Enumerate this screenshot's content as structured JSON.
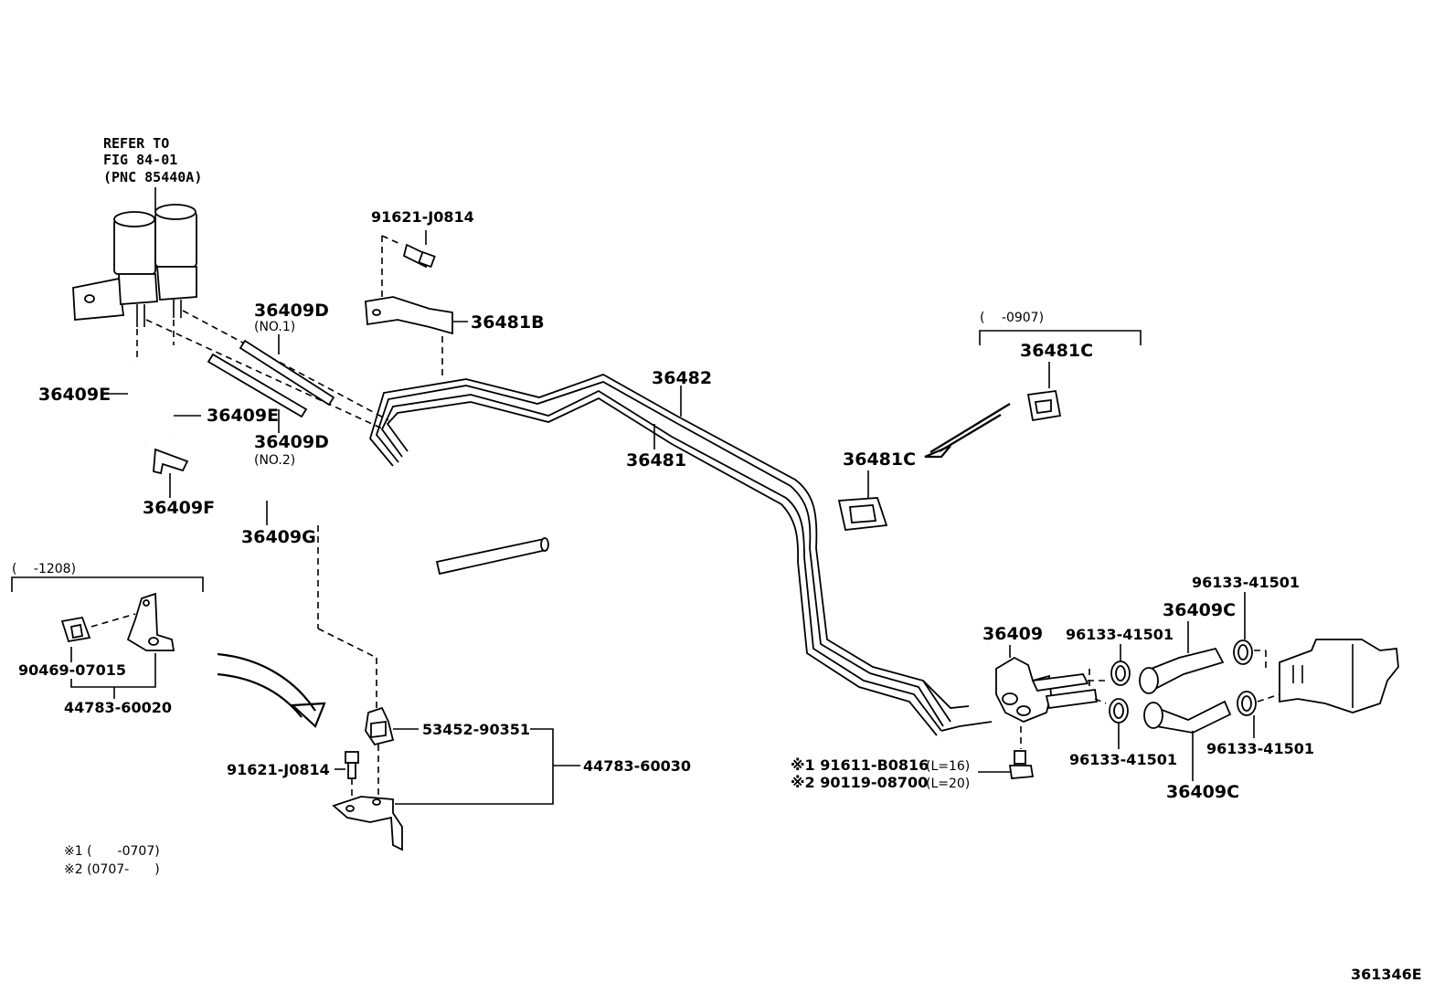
{
  "refer_note": {
    "line1": "REFER TO",
    "line2": "FIG 84-01",
    "line3": "(PNC 85440A)"
  },
  "labels": {
    "bolt_top": "91621-J0814",
    "clamp_b": "36481B",
    "hose_d": "36409D",
    "hose_d_no1": "(NO.1)",
    "hose_d_no2": "(NO.2)",
    "hose_e_left": "36409E",
    "hose_e_right": "36409E",
    "hose_f": "36409F",
    "hose_g": "36409G",
    "pipe_36482": "36482",
    "pipe_36481": "36481",
    "clamp_c_box_range": "(　 -0907)",
    "clamp_c_box": "36481C",
    "clamp_c": "36481C",
    "range_1208": "(　 -1208)",
    "clip_90469": "90469-07015",
    "bracket_44783_60020": "44783-60020",
    "clip_53452": "53452-90351",
    "bracket_44783_60030": "44783-60030",
    "bolt_bottom": "91621-J0814",
    "valve_36409": "36409",
    "clamp_96133_a": "96133-41501",
    "clamp_96133_b": "96133-41501",
    "clamp_96133_c": "96133-41501",
    "clamp_96133_d": "96133-41501",
    "hose_c_top": "36409C",
    "hose_c_bottom": "36409C",
    "bolt_note1_part": "※1 91611-B0816",
    "bolt_note1_len": "(L=16)",
    "bolt_note2_part": "※2 90119-08700",
    "bolt_note2_len": "(L=20)",
    "footnote1": "※1 (　　-0707)",
    "footnote2": "※2 (0707-　　)",
    "figure_id": "361346E"
  }
}
